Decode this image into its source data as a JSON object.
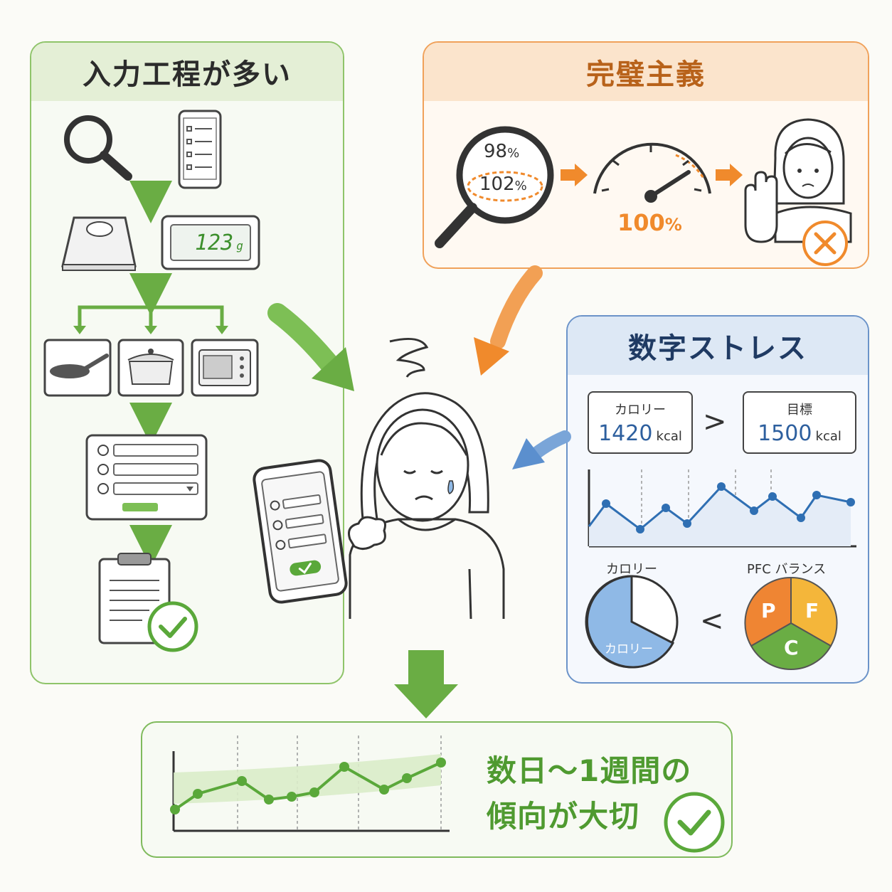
{
  "colors": {
    "green": "#5a9e3a",
    "orange": "#f08a2c",
    "blue": "#2d5f9e",
    "line_blue": "#2f6fb3"
  },
  "panels": {
    "input": {
      "title": "入力工程が多い",
      "scale_display": "123",
      "scale_unit": "g",
      "icons": [
        "search-icon",
        "phone-list-icon",
        "scale-icon",
        "digital-scale-display",
        "frying-pan-icon",
        "pot-icon",
        "microwave-icon",
        "form-icon",
        "clipboard-check-icon"
      ]
    },
    "perfectionism": {
      "title": "完璧主義",
      "value_a": "98",
      "value_b": "102",
      "percent": "%",
      "gauge_value": "100",
      "gauge_percent": "%"
    },
    "numbers": {
      "title": "数字ストレス",
      "calorie_label": "カロリー",
      "calorie_value": "1420",
      "calorie_unit": "kcal",
      "comparison": ">",
      "target_label": "目標",
      "target_value": "1500",
      "target_unit": "kcal",
      "pie_label": "カロリー",
      "pie_inner_label": "カロリー",
      "less_than": "<",
      "pfc_label": "PFC バランス",
      "pfc_p": "P",
      "pfc_f": "F",
      "pfc_c": "C"
    },
    "trend": {
      "message_line1": "数日〜1週間の",
      "message_line2": "傾向が大切"
    }
  }
}
